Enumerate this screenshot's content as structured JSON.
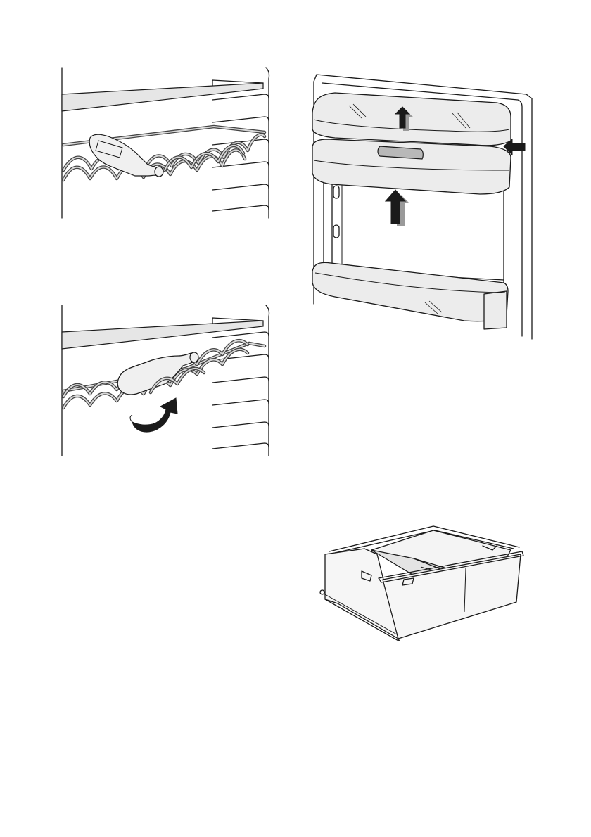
{
  "document": {
    "figures": [
      {
        "id": "fig-wine-rack-flat",
        "icon": "wine-rack-flat-illustration"
      },
      {
        "id": "fig-wine-rack-tilted",
        "icon": "wine-rack-tilted-illustration"
      },
      {
        "id": "fig-door-shelf-removal",
        "icon": "door-balcony-removal-illustration"
      },
      {
        "id": "fig-crisper-drawer",
        "icon": "crisper-drawer-illustration"
      }
    ]
  }
}
